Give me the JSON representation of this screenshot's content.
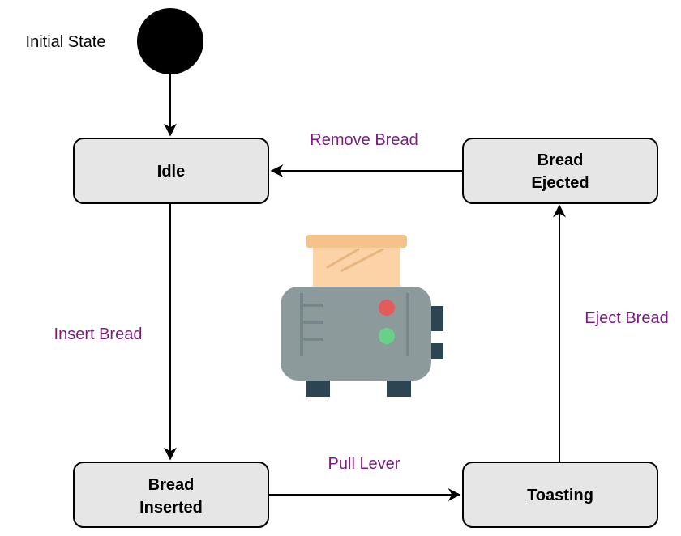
{
  "initial_state": {
    "label": "Initial State"
  },
  "states": {
    "idle": {
      "line1": "Idle"
    },
    "bread_inserted": {
      "line1": "Bread",
      "line2": "Inserted"
    },
    "toasting": {
      "line1": "Toasting"
    },
    "bread_ejected": {
      "line1": "Bread",
      "line2": "Ejected"
    }
  },
  "transitions": {
    "insert_bread": "Insert Bread",
    "pull_lever": "Pull Lever",
    "eject_bread": "Eject Bread",
    "remove_bread": "Remove Bread"
  },
  "colors": {
    "state_fill": "#e6e6e6",
    "state_stroke": "#000000",
    "edge_label": "#7b1b7e",
    "initial_node": "#000000",
    "toaster_body": "#8c9a9b",
    "toaster_dark": "#2d4453",
    "bread": "#fbd3a7",
    "bread_crust": "#f3c38b",
    "light_red": "#e35b5b",
    "light_green": "#69d089"
  },
  "illustration": {
    "icon": "toaster-icon"
  }
}
